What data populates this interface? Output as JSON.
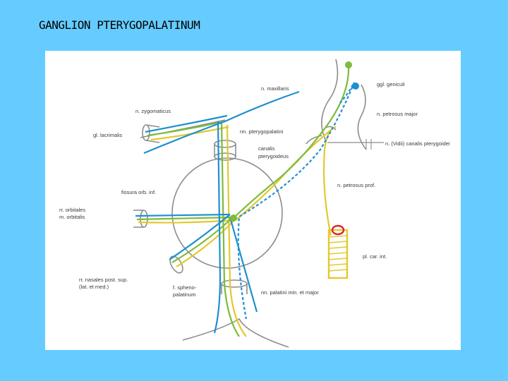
{
  "title": "GANGLION PTERYGOPALATINUM",
  "colors": {
    "background": "#66ccff",
    "sensory_blue": "#1f8fcf",
    "parasympathetic_green": "#7dbb3c",
    "sympathetic_yellow": "#e3c92e",
    "structure_gray": "#8c8c8c",
    "artery_red": "#e0242b"
  },
  "labels": {
    "n_maxillaris": "n. maxillaris",
    "ggl_geniculi": "ggl. geniculi",
    "n_zygomaticus": "n. zygomaticus",
    "n_petrosus_major": "n. petrosus major",
    "gl_lacrimalis": "gl. lacrimalis",
    "nn_pterygopalatini": "nn. pterygopalatini",
    "n_vidii": "n. (Vidii) canalis pterygoidei",
    "canalis_1": "canalis",
    "canalis_2": "pterygoideus",
    "fissura": "fissura orb. inf.",
    "n_petrosus_prof": "n. petrosus prof.",
    "rr_orbitales": "rr. orbitales",
    "rr_orbitalis": "m. orbitalis",
    "pl_car_int": "pl. car. int.",
    "rr_nasales_1": "rr. nasales post. sup.",
    "rr_nasales_2": "(lat. et med.)",
    "f_spheno_1": "f. spheno-",
    "f_spheno_2": "palatinum",
    "nn_palatini": "nn. palatini min. et major"
  }
}
